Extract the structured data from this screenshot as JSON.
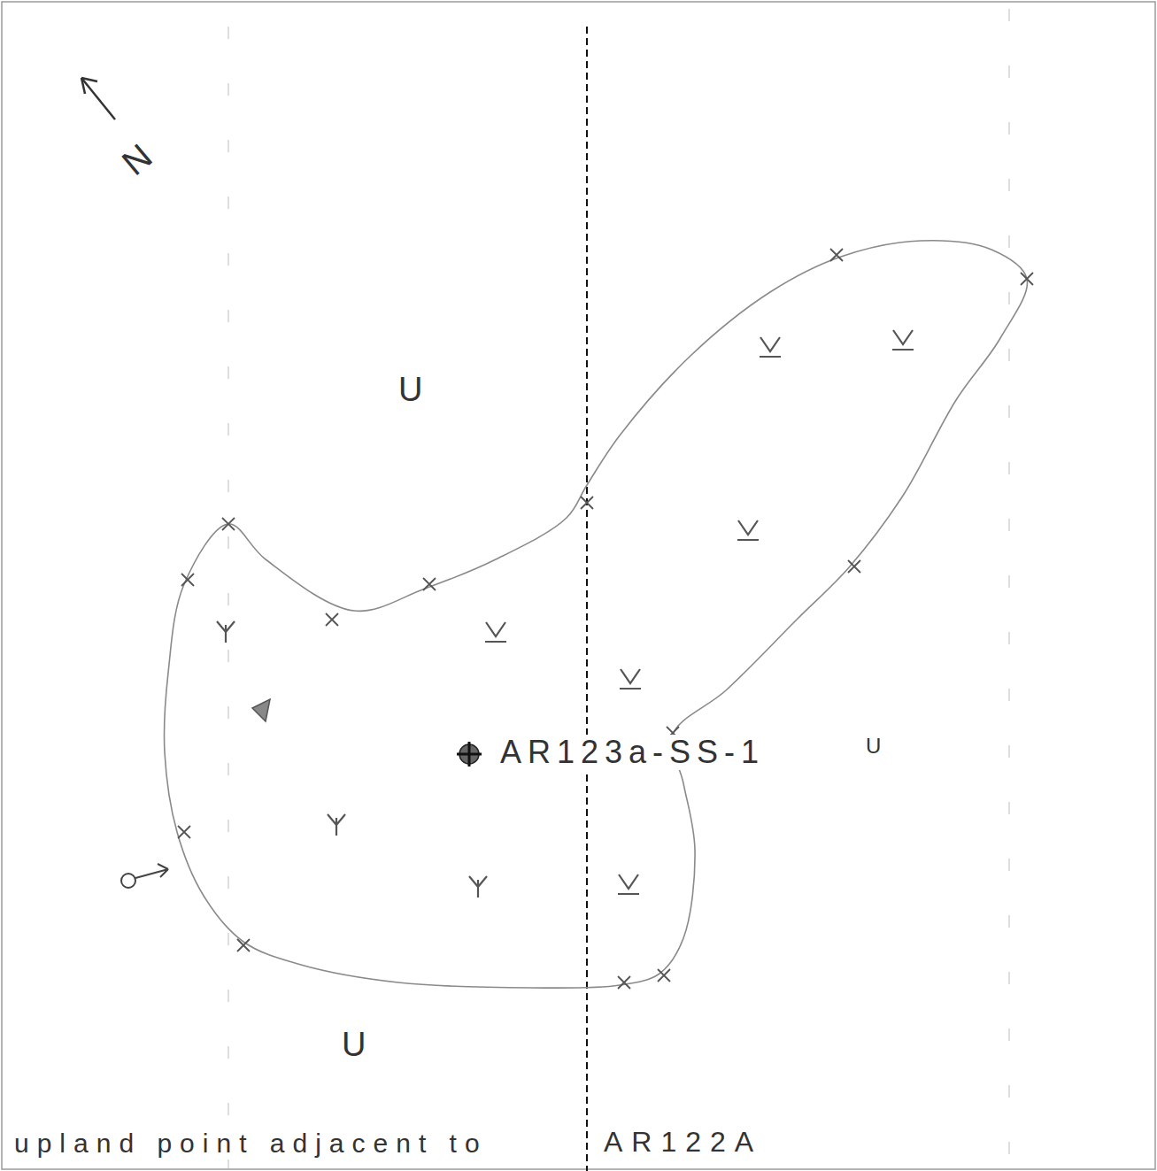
{
  "diagram": {
    "labels": [
      "N",
      "U",
      "AR123a-SS-1",
      "U",
      "U",
      "upland point adjacent to",
      "AR122A"
    ]
  }
}
